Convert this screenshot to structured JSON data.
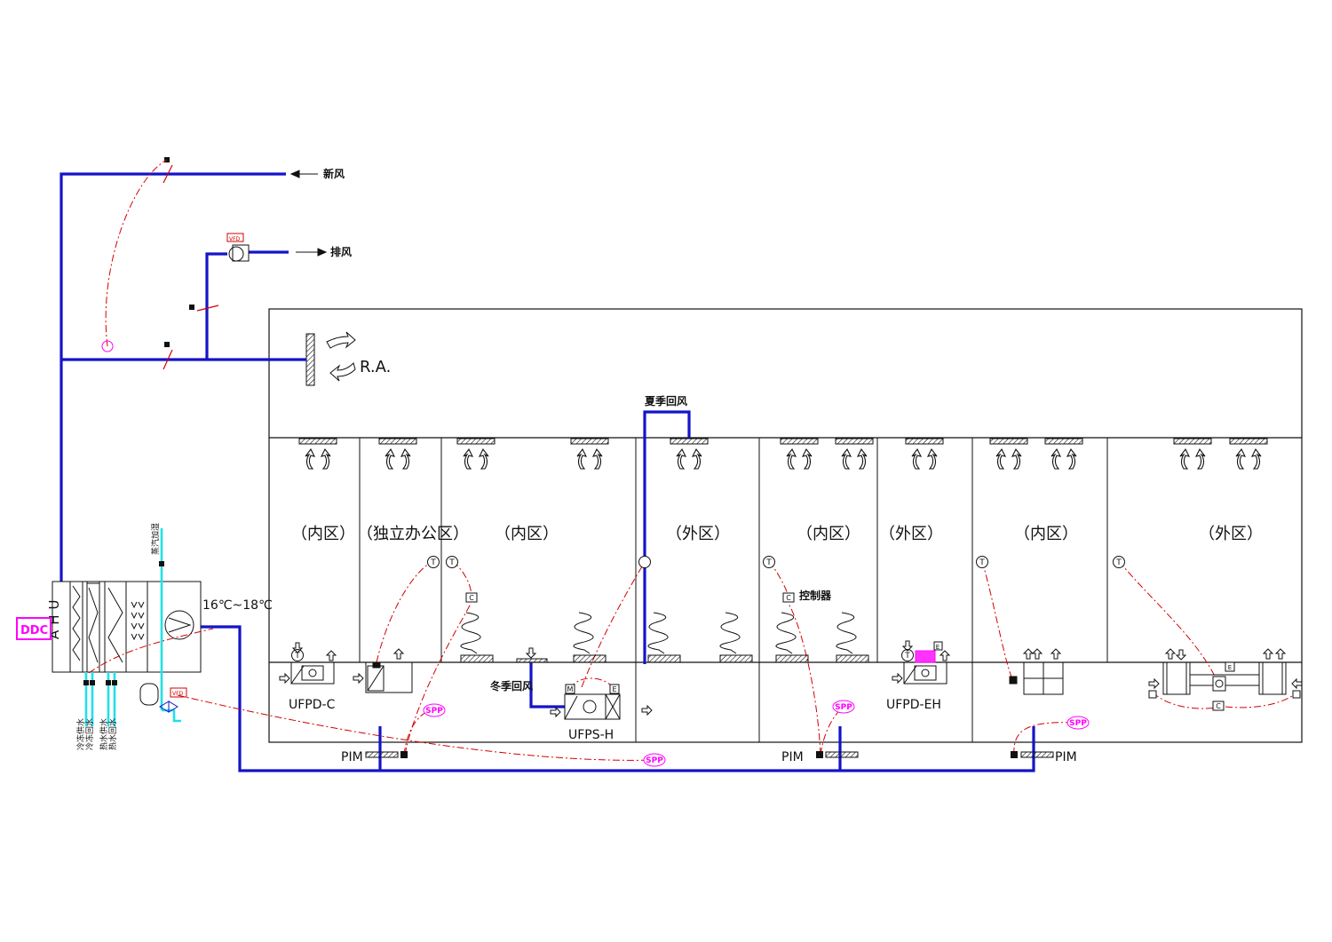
{
  "colors": {
    "duct": "#1414c8",
    "water": "#22e0e6",
    "control": "#d40000",
    "tag": "#ff00ff",
    "frame": "#111111"
  },
  "labels": {
    "fresh_air": "新风",
    "exhaust_air": "排风",
    "return_air": "R.A.",
    "summer_return": "夏季回风",
    "winter_return": "冬季回风",
    "controller": "控制器",
    "ddc": "DDC",
    "ahu": "AHU",
    "temp_range": "16℃~18℃",
    "vfd": "VFD",
    "spp": "SPP",
    "pim": "PIM",
    "humidifier_steam": "蒸汽加湿",
    "chilled_supply": "冷冻供水",
    "chilled_return": "冷冻回水",
    "hot_supply": "热水供水",
    "hot_return": "热水回水"
  },
  "zones": [
    {
      "name": "（内区）"
    },
    {
      "name": "（独立办公区）"
    },
    {
      "name": "（内区）"
    },
    {
      "name": "（外区）"
    },
    {
      "name": "（内区）"
    },
    {
      "name": "（外区）"
    },
    {
      "name": "（内区）"
    },
    {
      "name": "（外区）"
    }
  ],
  "units": {
    "ufpd_c": "UFPD-C",
    "ufps_h": "UFPS-H",
    "ufpd_eh": "UFPD-EH"
  },
  "sensor_symbols": {
    "temp": "T",
    "controller": "C",
    "motor": "M",
    "electric": "E"
  }
}
